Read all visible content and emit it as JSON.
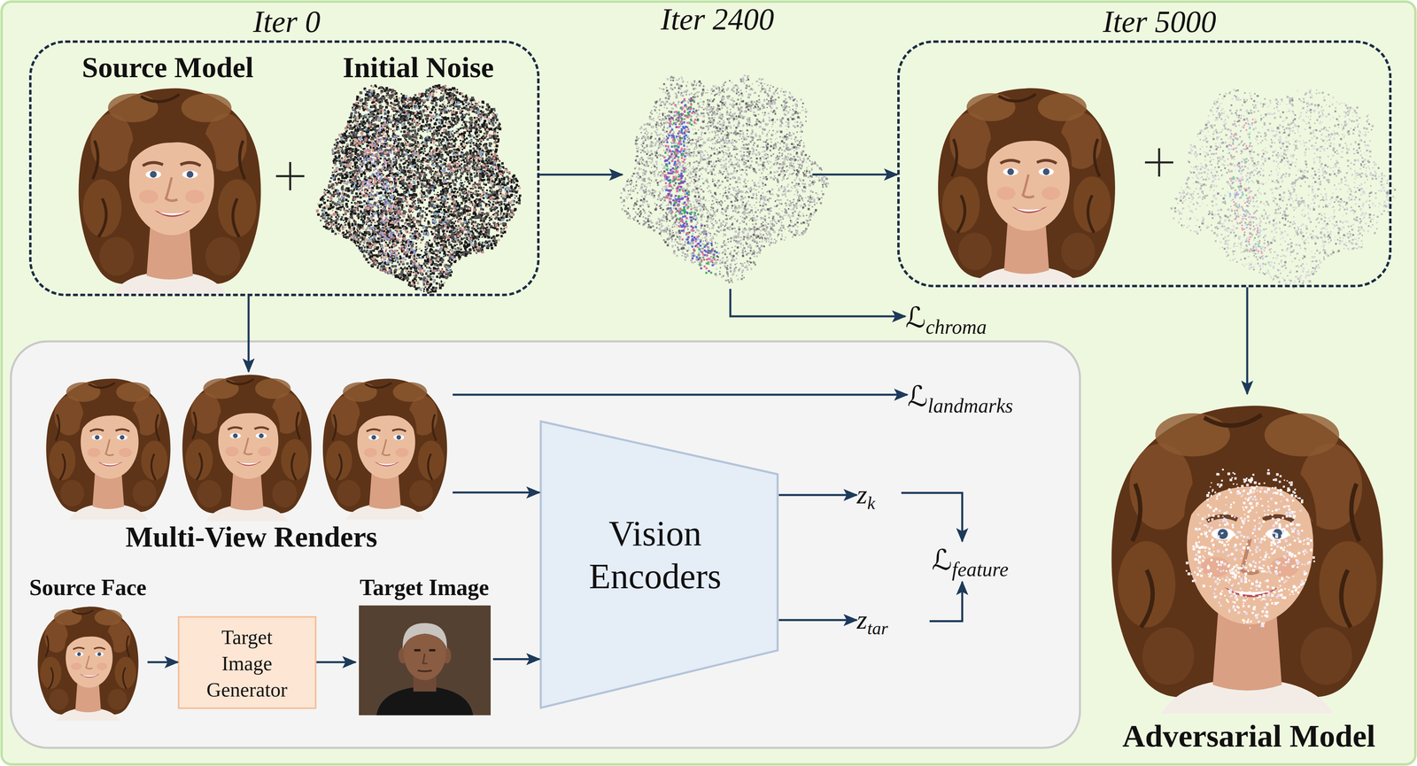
{
  "diagram": {
    "nodes": [
      {
        "text": [
          "Iter 0",
          "Source Model",
          "Initial Noise"
        ]
      },
      {
        "text": [
          "Iter 2400"
        ]
      },
      {
        "text": [
          "Iter 5000"
        ]
      },
      {
        "text": [
          "ℒ",
          "chroma"
        ]
      },
      {
        "text": [
          "Multi-View Renders"
        ]
      },
      {
        "text": [
          "ℒ",
          "landmarks"
        ]
      },
      {
        "text": [
          "Vision Encoders"
        ]
      },
      {
        "text": [
          "z",
          "k"
        ]
      },
      {
        "text": [
          "z",
          "tar"
        ]
      },
      {
        "text": [
          "ℒ",
          "feature"
        ]
      },
      {
        "text": [
          "Source Face"
        ]
      },
      {
        "text": [
          "Target Image Generator"
        ]
      },
      {
        "text": [
          "Target Image"
        ]
      },
      {
        "text": [
          "Adversarial Model"
        ]
      }
    ],
    "edges": [
      {
        "from": 0,
        "to": 1,
        "arrow": "to"
      },
      {
        "from": 1,
        "to": 2,
        "arrow": "to"
      },
      {
        "from": 1,
        "to": 3,
        "arrow": "to"
      },
      {
        "from": 0,
        "to": 4,
        "arrow": "to"
      },
      {
        "from": 4,
        "to": 5,
        "arrow": "to"
      },
      {
        "from": 4,
        "to": 6,
        "arrow": "to"
      },
      {
        "from": 10,
        "to": 11,
        "arrow": "to"
      },
      {
        "from": 11,
        "to": 12,
        "arrow": "to"
      },
      {
        "from": 12,
        "to": 6,
        "arrow": "to"
      },
      {
        "from": 6,
        "to": 7,
        "arrow": "to"
      },
      {
        "from": 6,
        "to": 8,
        "arrow": "to"
      },
      {
        "from": 7,
        "to": 9,
        "arrow": "to"
      },
      {
        "from": 8,
        "to": 9,
        "arrow": "to"
      },
      {
        "from": 2,
        "to": 13,
        "arrow": "to"
      }
    ]
  }
}
